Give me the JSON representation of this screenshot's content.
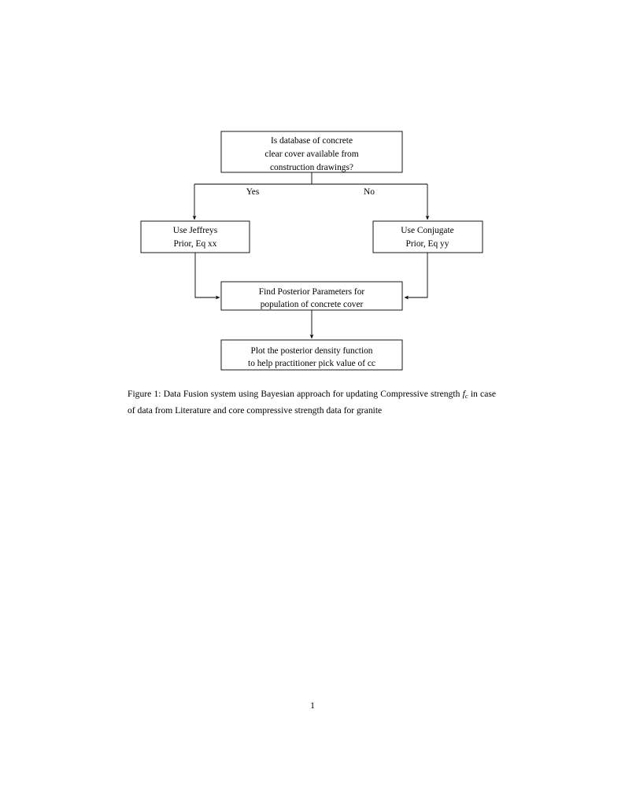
{
  "document": {
    "page_number": "1"
  },
  "figure": {
    "caption_label": "Figure 1:",
    "caption_part1": "Data Fusion system using Bayesian approach for updating Compressive strength",
    "caption_math_var": "f",
    "caption_math_sub": "c",
    "caption_part2": "in case of data from Literature and core compressive strength data for granite",
    "nodes": {
      "decision": {
        "line1": "Is database of concrete",
        "line2": "clear cover available from",
        "line3": "construction drawings?"
      },
      "jeffreys": {
        "line1": "Use Jeffreys",
        "line2": "Prior, Eq xx"
      },
      "conjugate": {
        "line1": "Use Conjugate",
        "line2": "Prior, Eq yy"
      },
      "posterior": {
        "line1": "Find Posterior Parameters for",
        "line2": "population of concrete cover"
      },
      "plot": {
        "line1": "Plot the posterior density function",
        "line2": "to help practitioner pick value of cc"
      }
    },
    "edges": {
      "yes_label": "Yes",
      "no_label": "No"
    },
    "colors": {
      "ink": "#000000",
      "paper": "#ffffff"
    }
  }
}
